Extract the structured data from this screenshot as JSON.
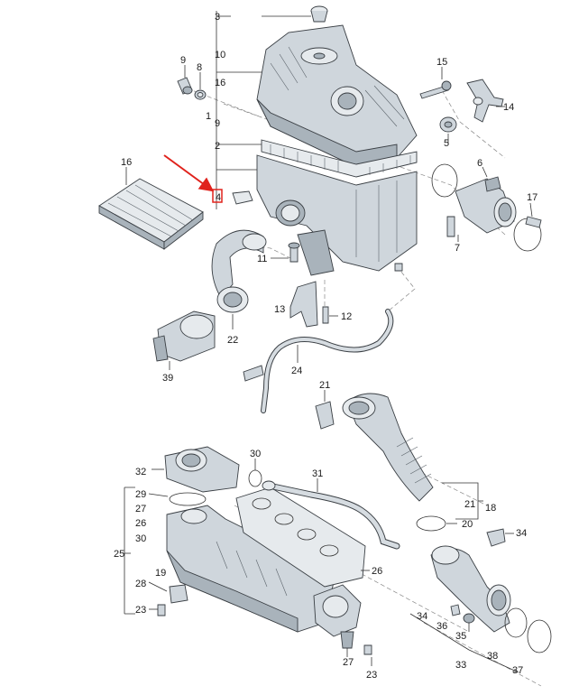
{
  "labels": {
    "l3": "3",
    "l10": "10",
    "l16a": "16",
    "l1": "1",
    "l9a": "9",
    "l2": "2",
    "l9b": "9",
    "l8": "8",
    "l16b": "16",
    "l4": "4",
    "l15": "15",
    "l14": "14",
    "l5": "5",
    "l6": "6",
    "l17": "17",
    "l7": "7",
    "l11": "11",
    "l13": "13",
    "l12": "12",
    "l22": "22",
    "l39": "39",
    "l24": "24",
    "l21a": "21",
    "l21b": "21",
    "l18": "18",
    "l20": "20",
    "l32": "32",
    "l30a": "30",
    "l31": "31",
    "l29": "29",
    "l27a": "27",
    "l26a": "26",
    "l30b": "30",
    "l25": "25",
    "l26b": "26",
    "l19": "19",
    "l28": "28",
    "l23a": "23",
    "l34a": "34",
    "l34b": "34",
    "l36": "36",
    "l35": "35",
    "l38": "38",
    "l33": "33",
    "l37": "37",
    "l27b": "27",
    "l23b": "23"
  },
  "colors": {
    "arrow": "#e0221c",
    "highlight": "#e0221c"
  }
}
